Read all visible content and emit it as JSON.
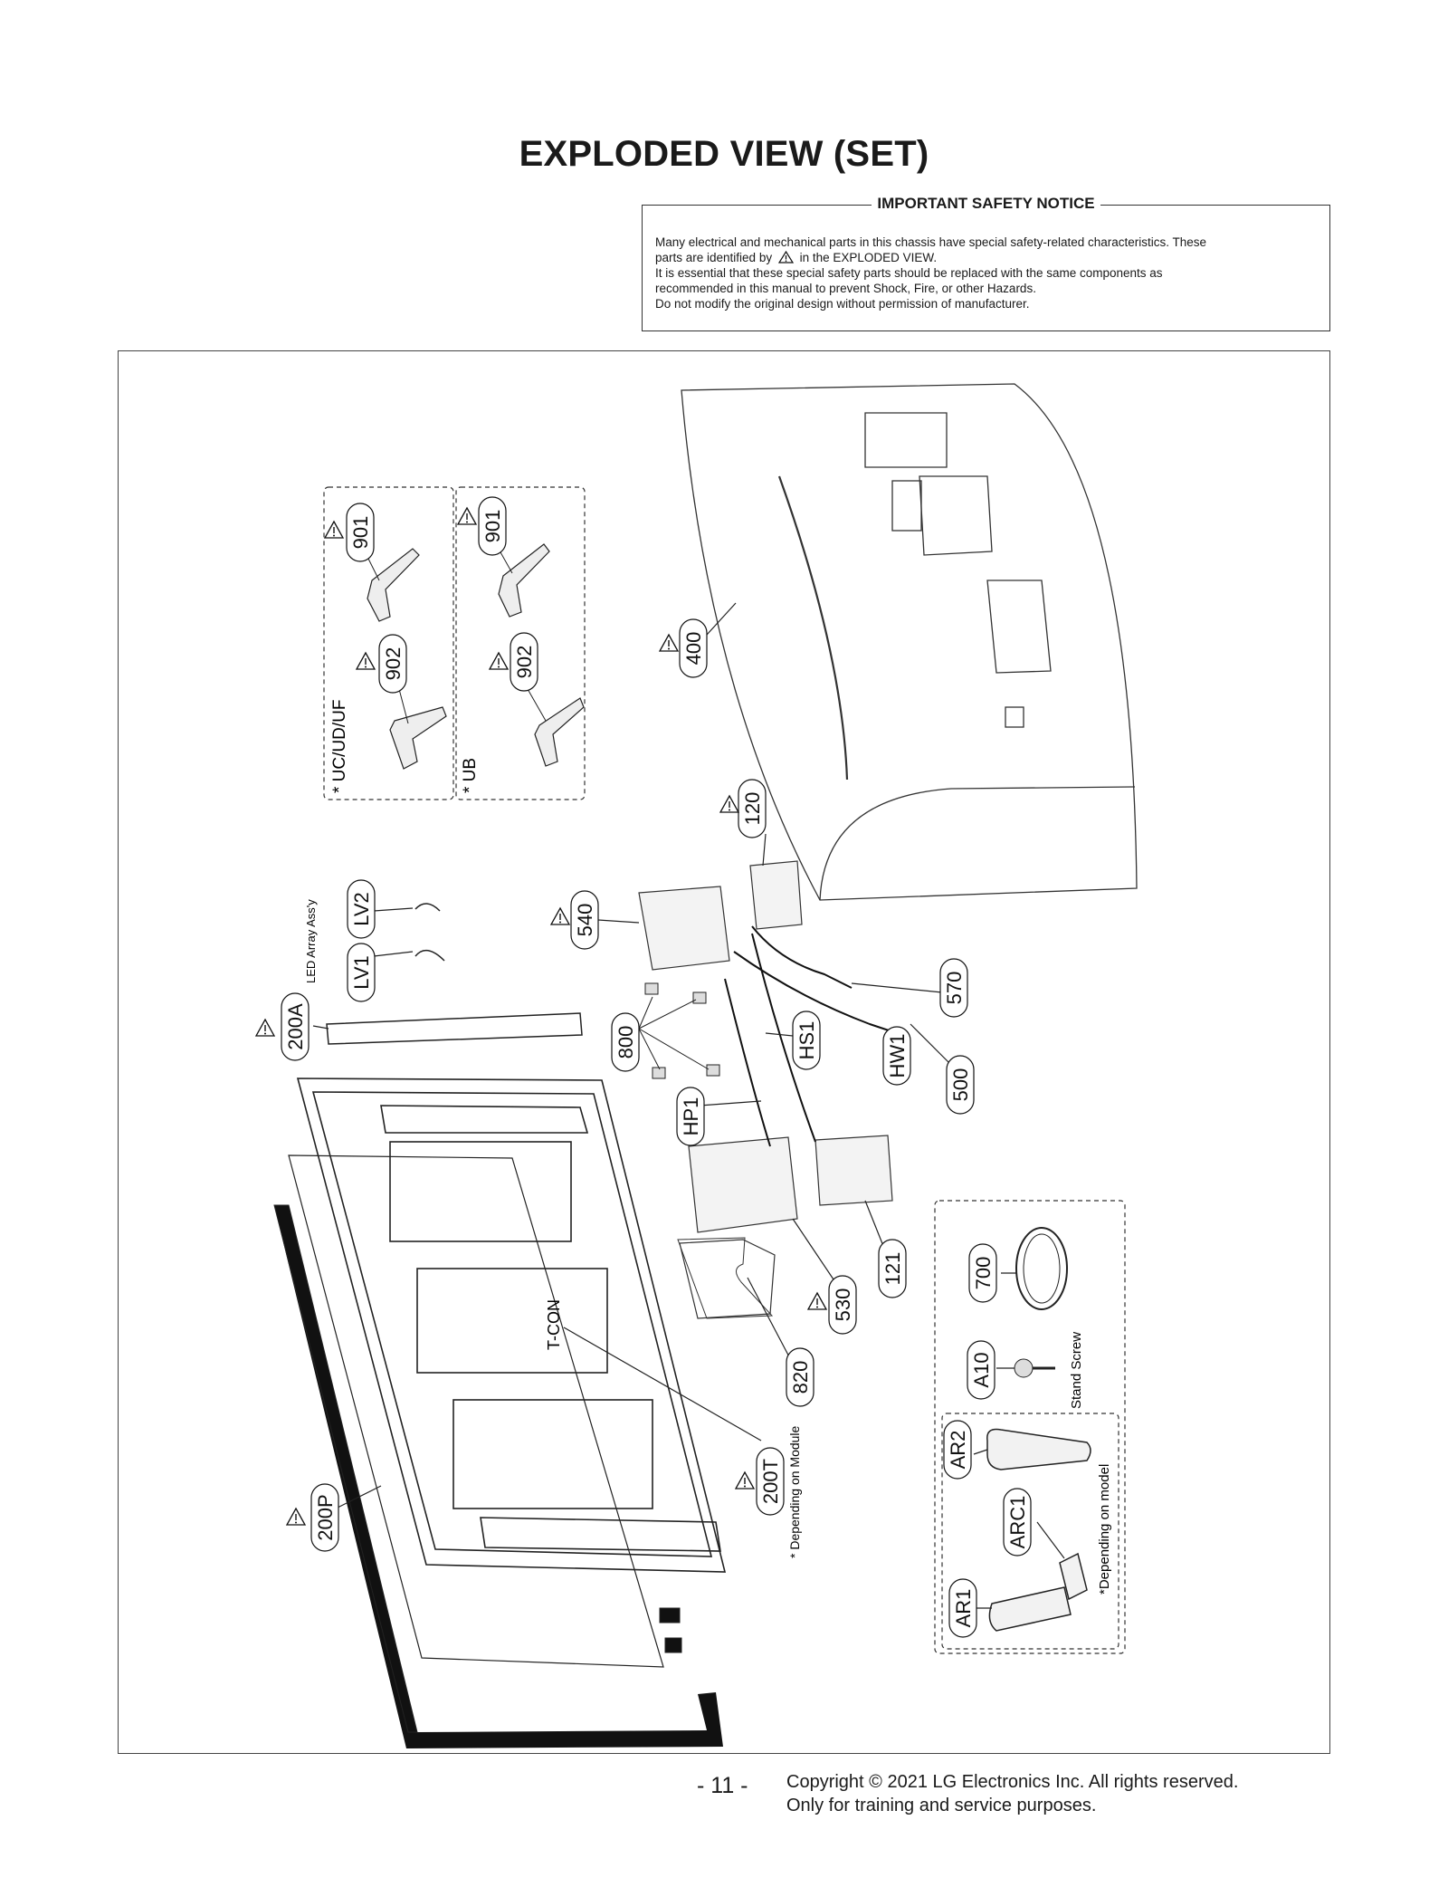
{
  "title": "EXPLODED VIEW (SET)",
  "notice": {
    "heading": "IMPORTANT SAFETY NOTICE",
    "line1": "Many electrical and mechanical parts in this chassis have special safety-related characteristics. These",
    "line2_pre": "parts are identified by",
    "line2_post": "in the EXPLODED VIEW.",
    "line3": "It is essential that these special safety parts should be replaced with the same components as",
    "line4": "recommended in this manual to prevent Shock, Fire, or other Hazards.",
    "line5": "Do not modify the original design without permission of manufacturer."
  },
  "parts": {
    "p901a": "901",
    "p902a": "902",
    "p901b": "901",
    "p902b": "902",
    "p400": "400",
    "p120": "120",
    "p540": "540",
    "lv2": "LV2",
    "lv1": "LV1",
    "p200a": "200A",
    "p800": "800",
    "hs1": "HS1",
    "hw1": "HW1",
    "p570": "570",
    "p500": "500",
    "hp1": "HP1",
    "p121": "121",
    "p530": "530",
    "p820": "820",
    "p700": "700",
    "a10": "A10",
    "ar2": "AR2",
    "arc1": "ARC1",
    "ar1": "AR1",
    "p200t": "200T",
    "p200p": "200P"
  },
  "labels": {
    "stand_group_1": "* UC/UD/UF",
    "stand_group_2": "* UB",
    "led_array": "LED Array Ass'y",
    "tcon": "T-CON",
    "depending_module": "* Depending on Module",
    "stand_screw": "Stand Screw",
    "depending_model": "*Depending on model"
  },
  "page_number": "- 11 -",
  "copyright_line1": "Copyright © 2021 LG Electronics Inc. All rights reserved.",
  "copyright_line2": "Only for training and service purposes."
}
